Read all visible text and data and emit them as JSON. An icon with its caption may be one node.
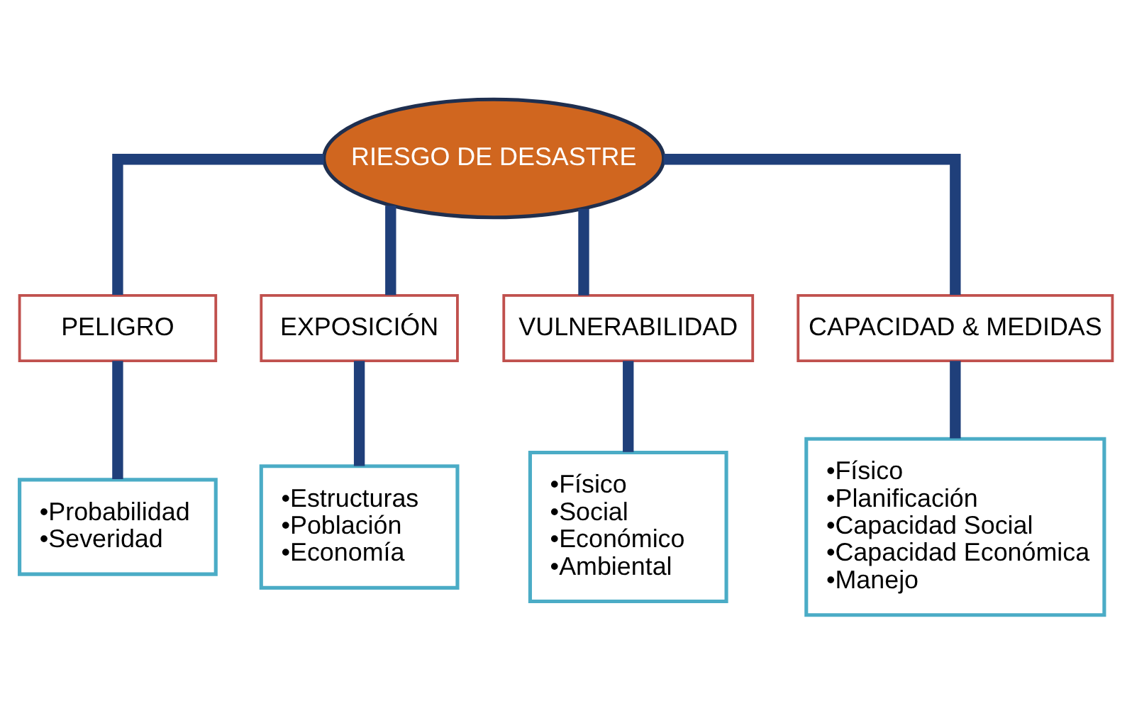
{
  "diagram": {
    "nodes": [
      {
        "text": [
          "RIESGO DE DESASTRE"
        ]
      },
      {
        "text": [
          "PELIGRO"
        ]
      },
      {
        "text": [
          "EXPOSICIÓN"
        ]
      },
      {
        "text": [
          "VULNERABILIDAD"
        ]
      },
      {
        "text": [
          "CAPACIDAD & MEDIDAS"
        ]
      },
      {
        "text": [
          "•Probabilidad",
          "•Severidad"
        ]
      },
      {
        "text": [
          "•Estructuras",
          "•Población",
          "•Economía"
        ]
      },
      {
        "text": [
          "•Físico",
          "•Social",
          "•Económico",
          "•Ambiental"
        ]
      },
      {
        "text": [
          "•Físico",
          "•Planificación",
          "•Capacidad Social",
          "•Capacidad Económica",
          "•Manejo"
        ]
      }
    ],
    "edges": [
      {
        "from": 0,
        "to": 1,
        "arrow": "none"
      },
      {
        "from": 0,
        "to": 2,
        "arrow": "none"
      },
      {
        "from": 0,
        "to": 3,
        "arrow": "none"
      },
      {
        "from": 0,
        "to": 4,
        "arrow": "none"
      },
      {
        "from": 1,
        "to": 5,
        "arrow": "none"
      },
      {
        "from": 2,
        "to": 6,
        "arrow": "none"
      },
      {
        "from": 3,
        "to": 7,
        "arrow": "none"
      },
      {
        "from": 4,
        "to": 8,
        "arrow": "none"
      }
    ]
  }
}
